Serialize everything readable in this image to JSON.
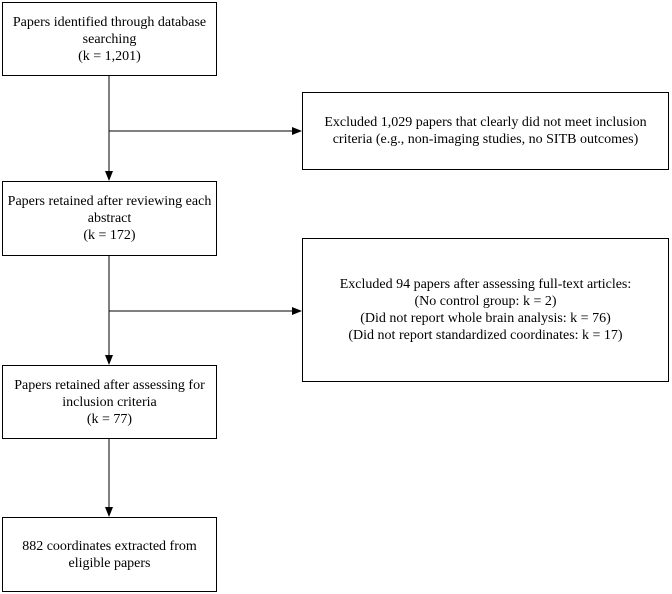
{
  "flowchart": {
    "identified": {
      "lines": [
        "Papers identified through database",
        "searching",
        "(k = 1,201)"
      ]
    },
    "excluded_abstract": {
      "lines": [
        "Excluded 1,029 papers that clearly did not meet inclusion",
        "criteria (e.g., non-imaging studies, no SITB outcomes)"
      ]
    },
    "retained_abstract": {
      "lines": [
        "Papers retained after reviewing each",
        "abstract",
        "(k = 172)"
      ]
    },
    "excluded_fulltext": {
      "lines": [
        "Excluded 94 papers after assessing full-text articles:",
        "(No control group: k = 2)",
        "(Did not report whole brain analysis: k = 76)",
        "(Did not report standardized coordinates: k = 17)"
      ]
    },
    "retained_inclusion": {
      "lines": [
        "Papers retained after assessing for",
        "inclusion criteria",
        "(k = 77)"
      ]
    },
    "coordinates": {
      "lines": [
        "882 coordinates extracted from",
        "eligible papers"
      ]
    }
  }
}
